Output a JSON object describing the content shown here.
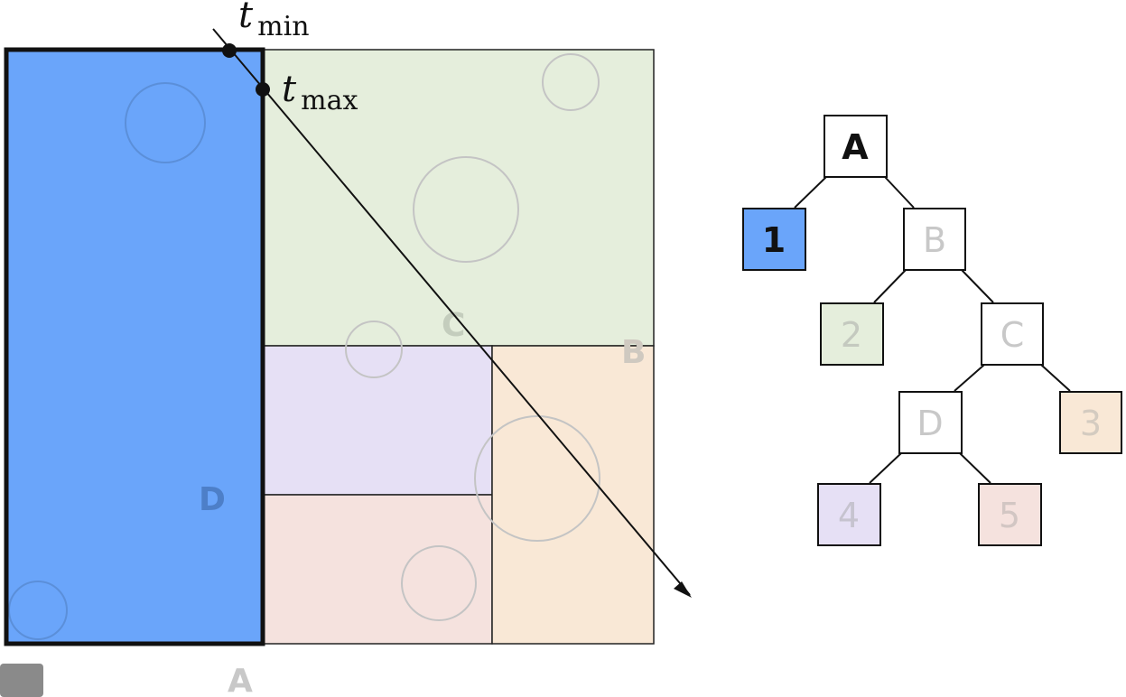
{
  "labels": {
    "t_min_main": "t",
    "t_min_sub": "min",
    "t_max_main": "t",
    "t_max_sub": "max",
    "region_a": "A",
    "region_b": "B",
    "region_c": "C",
    "region_d": "D"
  },
  "tree": {
    "node_a": "A",
    "node_b": "B",
    "node_c": "C",
    "node_d": "D",
    "leaf_1": "1",
    "leaf_2": "2",
    "leaf_3": "3",
    "leaf_4": "4",
    "leaf_5": "5"
  },
  "colors": {
    "leaf_1": "#6aa5fa",
    "leaf_2": "#e5eedc",
    "leaf_3": "#f9e8d6",
    "leaf_4": "#e6e0f5",
    "leaf_5": "#f5e2de",
    "faded_label": "#c8c8c8",
    "circle_stroke": "#c4c4c4"
  }
}
